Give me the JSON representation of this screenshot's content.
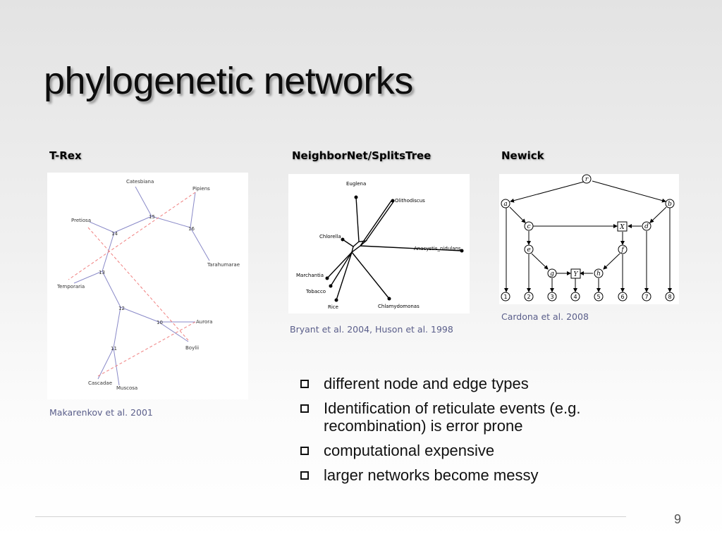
{
  "slide": {
    "title": "phylogenetic networks",
    "page_number": "9"
  },
  "panels": {
    "trex": {
      "label": "T-Rex",
      "citation": "Makarenkov et al. 2001",
      "taxa": [
        "Catesbiana",
        "Pipiens",
        "Pretiosa",
        "Tarahumarae",
        "Temporaria",
        "Aurora",
        "Boylii",
        "Cascadae",
        "Muscosa"
      ],
      "internal_nodes": [
        "15",
        "14",
        "16",
        "13",
        "12",
        "10",
        "11"
      ]
    },
    "neighbornet": {
      "label": "NeighborNet/SplitsTree",
      "citation": "Bryant et al. 2004, Huson et al. 1998",
      "taxa": [
        "Euglena",
        "Olithodiscus",
        "Chlorella",
        "Anacystis_nidulans",
        "Marchantia",
        "Tobacco",
        "Rice",
        "Chlamydomonas"
      ]
    },
    "newick": {
      "label": "Newick",
      "citation": "Cardona et al. 2008",
      "tree_nodes": [
        "r",
        "a",
        "b",
        "c",
        "d",
        "e",
        "f",
        "g",
        "h"
      ],
      "reticulation_nodes": [
        "X",
        "Y"
      ],
      "leaves": [
        "1",
        "2",
        "3",
        "4",
        "5",
        "6",
        "7",
        "8"
      ]
    }
  },
  "bullets": [
    "different node and edge types",
    "Identification of reticulate events (e.g. recombination) is error prone",
    "computational expensive",
    "larger networks become messy"
  ],
  "colors": {
    "tree_edge": "#8a8ac8",
    "reticulation_edge": "#f08080",
    "citation_text": "#5a5e8a"
  }
}
